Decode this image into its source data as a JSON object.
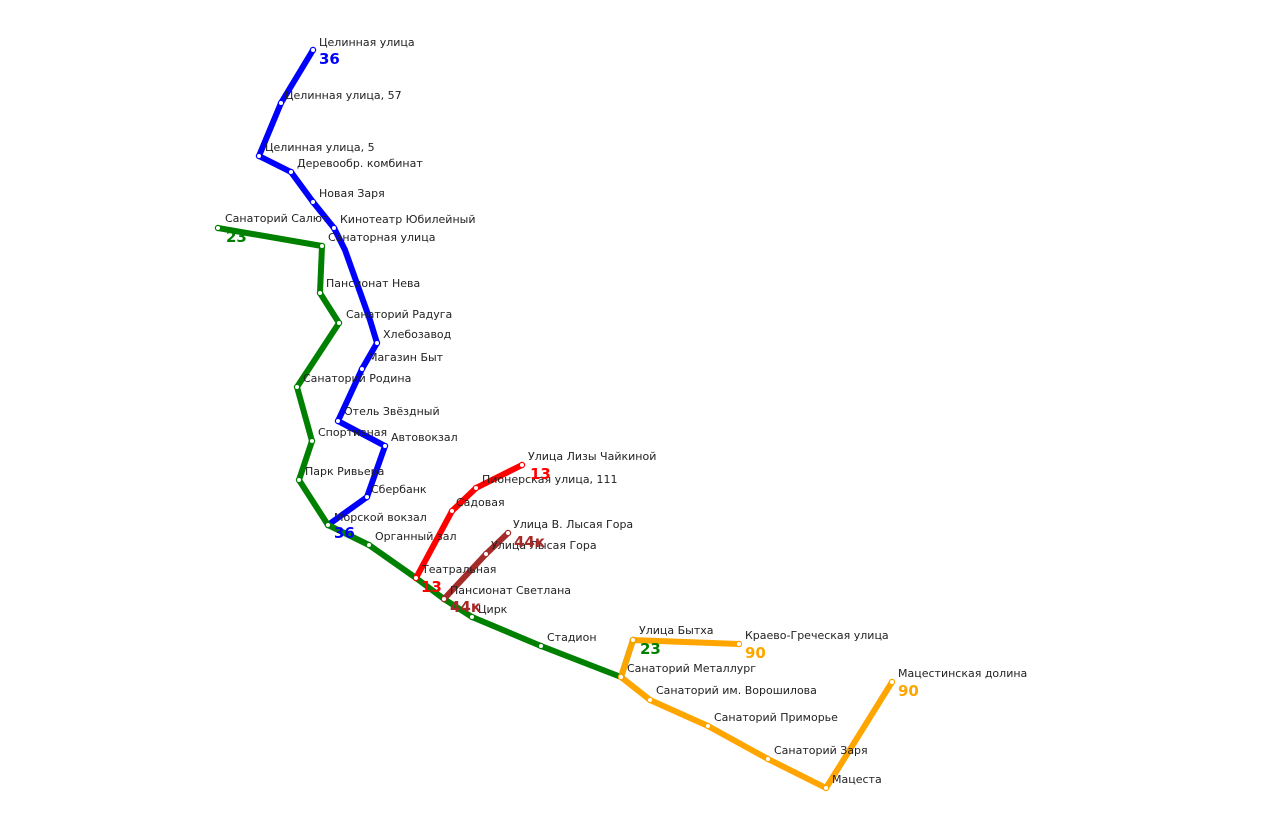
{
  "map": {
    "routes": [
      {
        "id": "36",
        "label": "36",
        "color": "#0000FF",
        "stations": [
          {
            "name": "Целинная улица"
          },
          {
            "name": "Целинная улица, 57"
          },
          {
            "name": "Целинная улица, 5"
          },
          {
            "name": "Деревообр. комбинат"
          },
          {
            "name": "Новая Заря"
          },
          {
            "name": "Кинотеатр Юбилейный"
          },
          {
            "name": "Хлебозавод"
          },
          {
            "name": "Магазин Быт"
          },
          {
            "name": "Отель Звёздный"
          },
          {
            "name": "Автовокзал"
          },
          {
            "name": "Сбербанк"
          },
          {
            "name": "Морской вокзал"
          }
        ]
      },
      {
        "id": "23",
        "label": "23",
        "color": "#008000",
        "stations": [
          {
            "name": "Санаторий Салют"
          },
          {
            "name": "Санаторная улица"
          },
          {
            "name": "Пансионат Нева"
          },
          {
            "name": "Санаторий Радуга"
          },
          {
            "name": "Санаторий Родина"
          },
          {
            "name": "Спортивная"
          },
          {
            "name": "Парк Ривьера"
          },
          {
            "name": "Морской вокзал"
          },
          {
            "name": "Органный зал"
          },
          {
            "name": "Театральная"
          },
          {
            "name": "Пансионат Светлана"
          },
          {
            "name": "Цирк"
          },
          {
            "name": "Стадион"
          },
          {
            "name": "Санаторий Металлург"
          },
          {
            "name": "Улица Бытха"
          }
        ]
      },
      {
        "id": "13",
        "label": "13",
        "color": "#FF0000",
        "stations": [
          {
            "name": "Улица Лизы Чайкиной"
          },
          {
            "name": "Пионерская улица, 111"
          },
          {
            "name": "Садовая"
          },
          {
            "name": "Театральная"
          }
        ]
      },
      {
        "id": "44k",
        "label": "44к",
        "color": "#A52A2A",
        "stations": [
          {
            "name": "Улица В. Лысая Гора"
          },
          {
            "name": "Улица Лысая Гора"
          },
          {
            "name": "Пансионат Светлана"
          }
        ]
      },
      {
        "id": "90",
        "label": "90",
        "color": "#FFA500",
        "stations": [
          {
            "name": "Краево-Греческая улица"
          },
          {
            "name": "Улица Бытха"
          },
          {
            "name": "Санаторий Металлург"
          },
          {
            "name": "Санаторий им. Ворошилова"
          },
          {
            "name": "Санаторий Приморье"
          },
          {
            "name": "Санаторий Заря"
          },
          {
            "name": "Мацеста"
          },
          {
            "name": "Мацестинская долина"
          }
        ]
      }
    ]
  }
}
